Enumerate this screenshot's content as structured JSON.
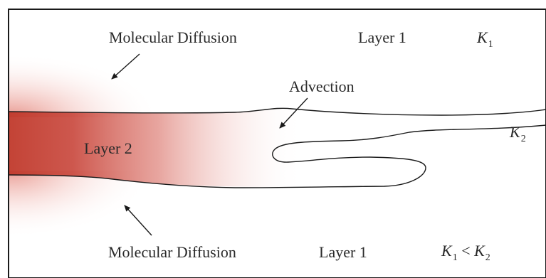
{
  "labels": {
    "mol_diff_top": "Molecular Diffusion",
    "layer1_top": "Layer 1",
    "advection": "Advection",
    "layer2": "Layer 2",
    "mol_diff_bottom": "Molecular Diffusion",
    "layer1_bottom": "Layer 1"
  },
  "coefficients": {
    "k1_symbol": "K",
    "k1_sub": "1",
    "k2_symbol": "K",
    "k2_sub": "2",
    "relation_left_symbol": "K",
    "relation_left_sub": "1",
    "relation_op": " < ",
    "relation_right_symbol": "K",
    "relation_right_sub": "2"
  },
  "colors": {
    "frame": "#1a1a1a",
    "layer2_dark": "#c23a2c",
    "diffusion_tint": "#e58a80",
    "text": "#2a2a2a"
  }
}
